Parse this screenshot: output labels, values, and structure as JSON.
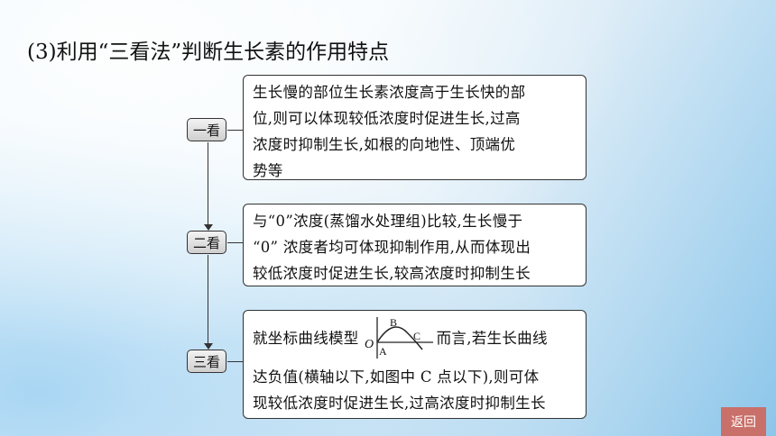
{
  "title": "(3)利用“三看法”判断生长素的作用特点",
  "steps": [
    {
      "tag": "一看",
      "lines": [
        "生长慢的部位生长素浓度高于生长快的部",
        "位,则可以体现较低浓度时促进生长,过高",
        "浓度时抑制生长,如根的向地性、顶端优",
        "势等"
      ]
    },
    {
      "tag": "二看",
      "lines": [
        "与“0”浓度(蒸馏水处理组)比较,生长慢于",
        "“0” 浓度者均可体现抑制作用,从而体现出",
        "较低浓度时促进生长,较高浓度时抑制生长"
      ]
    },
    {
      "tag": "三看",
      "line1_before": "就坐标曲线模型",
      "line1_after": "而言,若生长曲线",
      "curve_labels": {
        "origin": "O",
        "a": "A",
        "b": "B",
        "c": "C"
      },
      "lines": [
        "达负值(横轴以下,如图中 C 点以下),则可体",
        "现较低浓度时促进生长,过高浓度时抑制生长"
      ]
    }
  ],
  "return_button": "返回"
}
